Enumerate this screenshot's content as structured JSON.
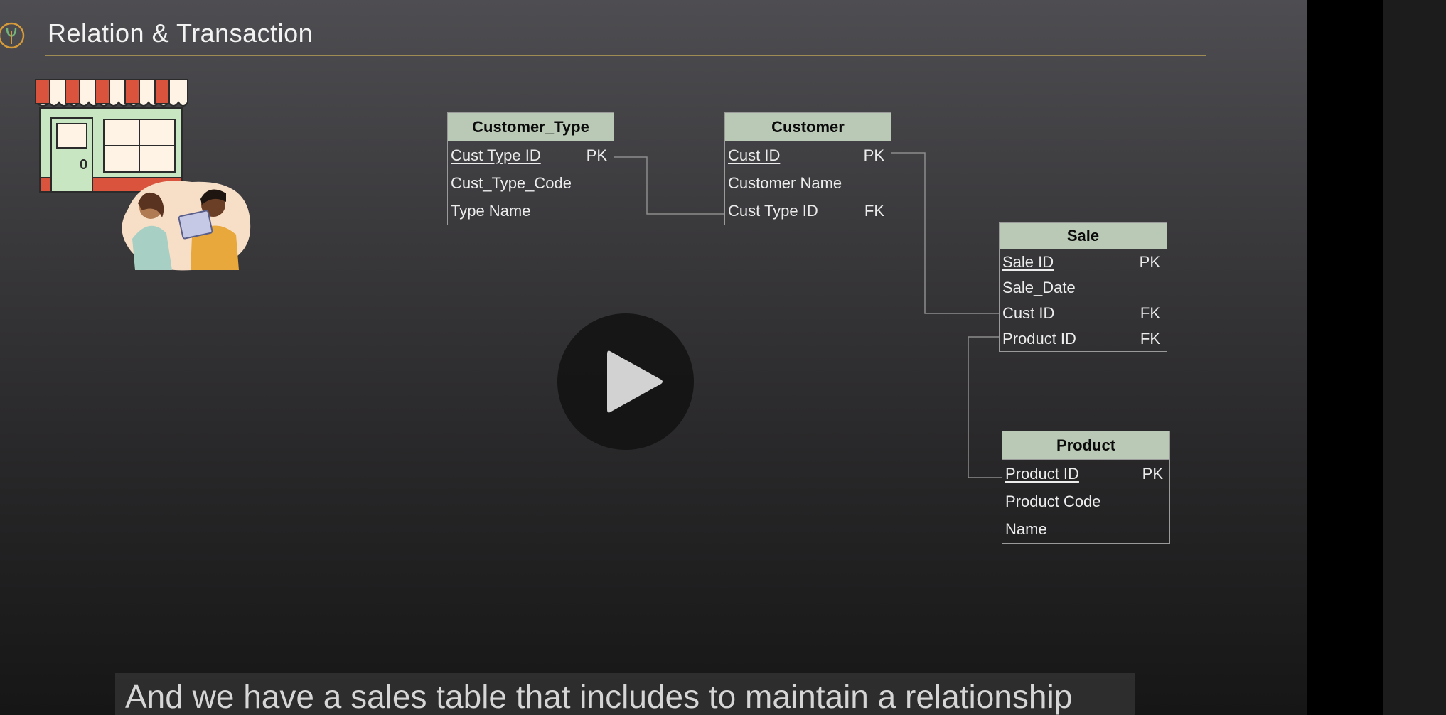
{
  "slide": {
    "title": "Relation & Transaction",
    "logo_icon": "flame-logo-icon",
    "illustrations": [
      "storefront-illustration",
      "people-with-tablet-illustration"
    ]
  },
  "tables": {
    "customer_type": {
      "name": "Customer_Type",
      "fields": [
        {
          "name": "Cust Type ID",
          "key": "PK"
        },
        {
          "name": "Cust_Type_Code",
          "key": ""
        },
        {
          "name": "Type Name",
          "key": ""
        }
      ]
    },
    "customer": {
      "name": "Customer",
      "fields": [
        {
          "name": "Cust ID",
          "key": "PK"
        },
        {
          "name": "Customer Name",
          "key": ""
        },
        {
          "name": "Cust Type ID",
          "key": "FK"
        }
      ]
    },
    "sale": {
      "name": "Sale",
      "fields": [
        {
          "name": "Sale ID",
          "key": "PK"
        },
        {
          "name": "Sale_Date",
          "key": ""
        },
        {
          "name": "Cust ID",
          "key": "FK"
        },
        {
          "name": "Product ID",
          "key": "FK"
        }
      ]
    },
    "product": {
      "name": "Product",
      "fields": [
        {
          "name": "Product ID",
          "key": "PK"
        },
        {
          "name": "Product Code",
          "key": ""
        },
        {
          "name": "Name",
          "key": ""
        }
      ]
    }
  },
  "player": {
    "play_icon": "play-icon",
    "caption": "And we have a sales table that includes to maintain a relationship"
  },
  "colors": {
    "table_header": "#b9c9b5",
    "title_rule": "#9f8c55",
    "store_awning": "#d9533d",
    "store_wall": "#c8e6c2"
  }
}
